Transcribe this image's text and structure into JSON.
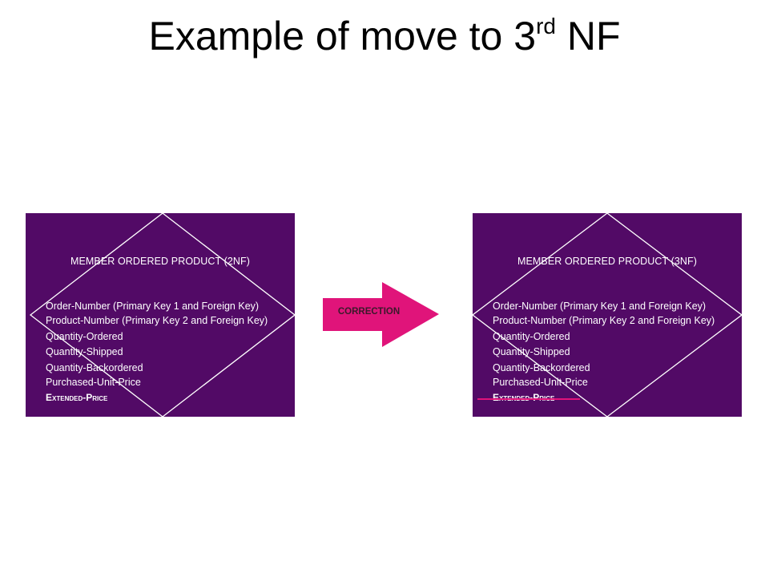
{
  "slide": {
    "title_main": "Example of move to 3",
    "title_sup": "rd",
    "title_end": " NF"
  },
  "left_entity": {
    "title": "MEMBER ORDERED PRODUCT (2NF)",
    "attributes": [
      "Order-Number (Primary Key 1 and Foreign Key)",
      "Product-Number (Primary Key 2 and Foreign Key)",
      "Quantity-Ordered",
      "Quantity-Shipped",
      "Quantity-Backordered",
      "Purchased-Unit-Price",
      "Extended-Price"
    ]
  },
  "arrow": {
    "label": "CORRECTION",
    "color": "#e0147a"
  },
  "right_entity": {
    "title": "MEMBER ORDERED PRODUCT (3NF)",
    "attributes": [
      "Order-Number (Primary Key 1 and Foreign Key)",
      "Product-Number (Primary Key 2 and Foreign Key)",
      "Quantity-Ordered",
      "Quantity-Shipped",
      "Quantity-Backordered",
      "Purchased-Unit-Price",
      "Extended-Price"
    ],
    "struck_attribute_index": 6
  },
  "colors": {
    "entity_fill": "#520a66",
    "diamond_stroke": "#ffffff",
    "strike": "#e0147a"
  }
}
